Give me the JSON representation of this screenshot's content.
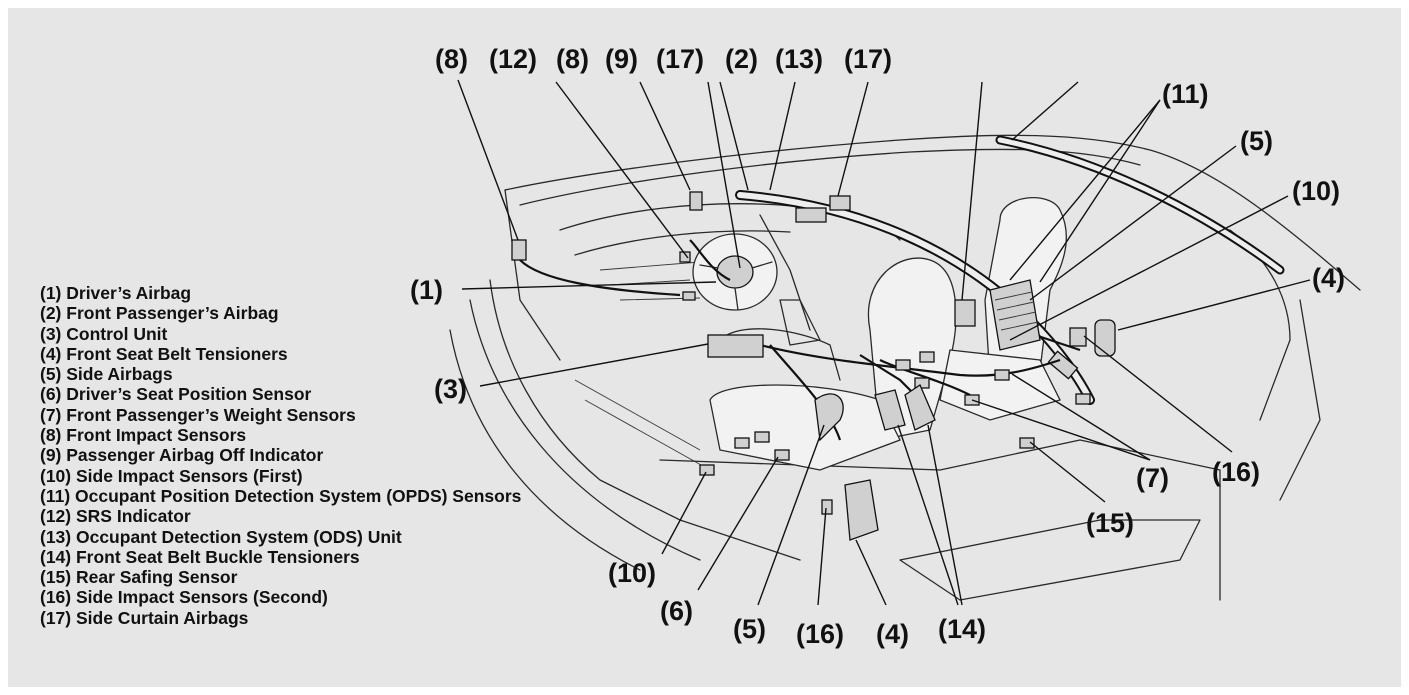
{
  "legend": [
    "(1) Driver’s Airbag",
    "(2) Front Passenger’s Airbag",
    "(3) Control Unit",
    "(4) Front Seat Belt Tensioners",
    "(5) Side Airbags",
    "(6) Driver’s Seat Position Sensor",
    "(7) Front Passenger’s Weight Sensors",
    "(8) Front Impact Sensors",
    "(9) Passenger Airbag Off Indicator",
    "(10) Side Impact Sensors (First)",
    "(11) Occupant Position Detection System (OPDS) Sensors",
    "(12) SRS Indicator",
    "(13) Occupant Detection System (ODS) Unit",
    "(14) Front Seat Belt Buckle Tensioners",
    "(15) Rear Safing Sensor",
    "(16) Side Impact Sensors (Second)",
    "(17) Side Curtain Airbags"
  ],
  "callouts": {
    "top_8a": "(8)",
    "top_12": "(12)",
    "top_8b": "(8)",
    "top_9": "(9)",
    "top_17a": "(17)",
    "top_2": "(2)",
    "top_13": "(13)",
    "top_17b": "(17)",
    "r_11": "(11)",
    "r_5": "(5)",
    "r_10": "(10)",
    "r_4": "(4)",
    "r_7": "(7)",
    "r_16": "(16)",
    "r_15": "(15)",
    "l_1": "(1)",
    "l_3": "(3)",
    "b_10": "(10)",
    "b_6": "(6)",
    "b_5": "(5)",
    "b_16": "(16)",
    "b_4": "(4)",
    "b_14": "(14)"
  }
}
